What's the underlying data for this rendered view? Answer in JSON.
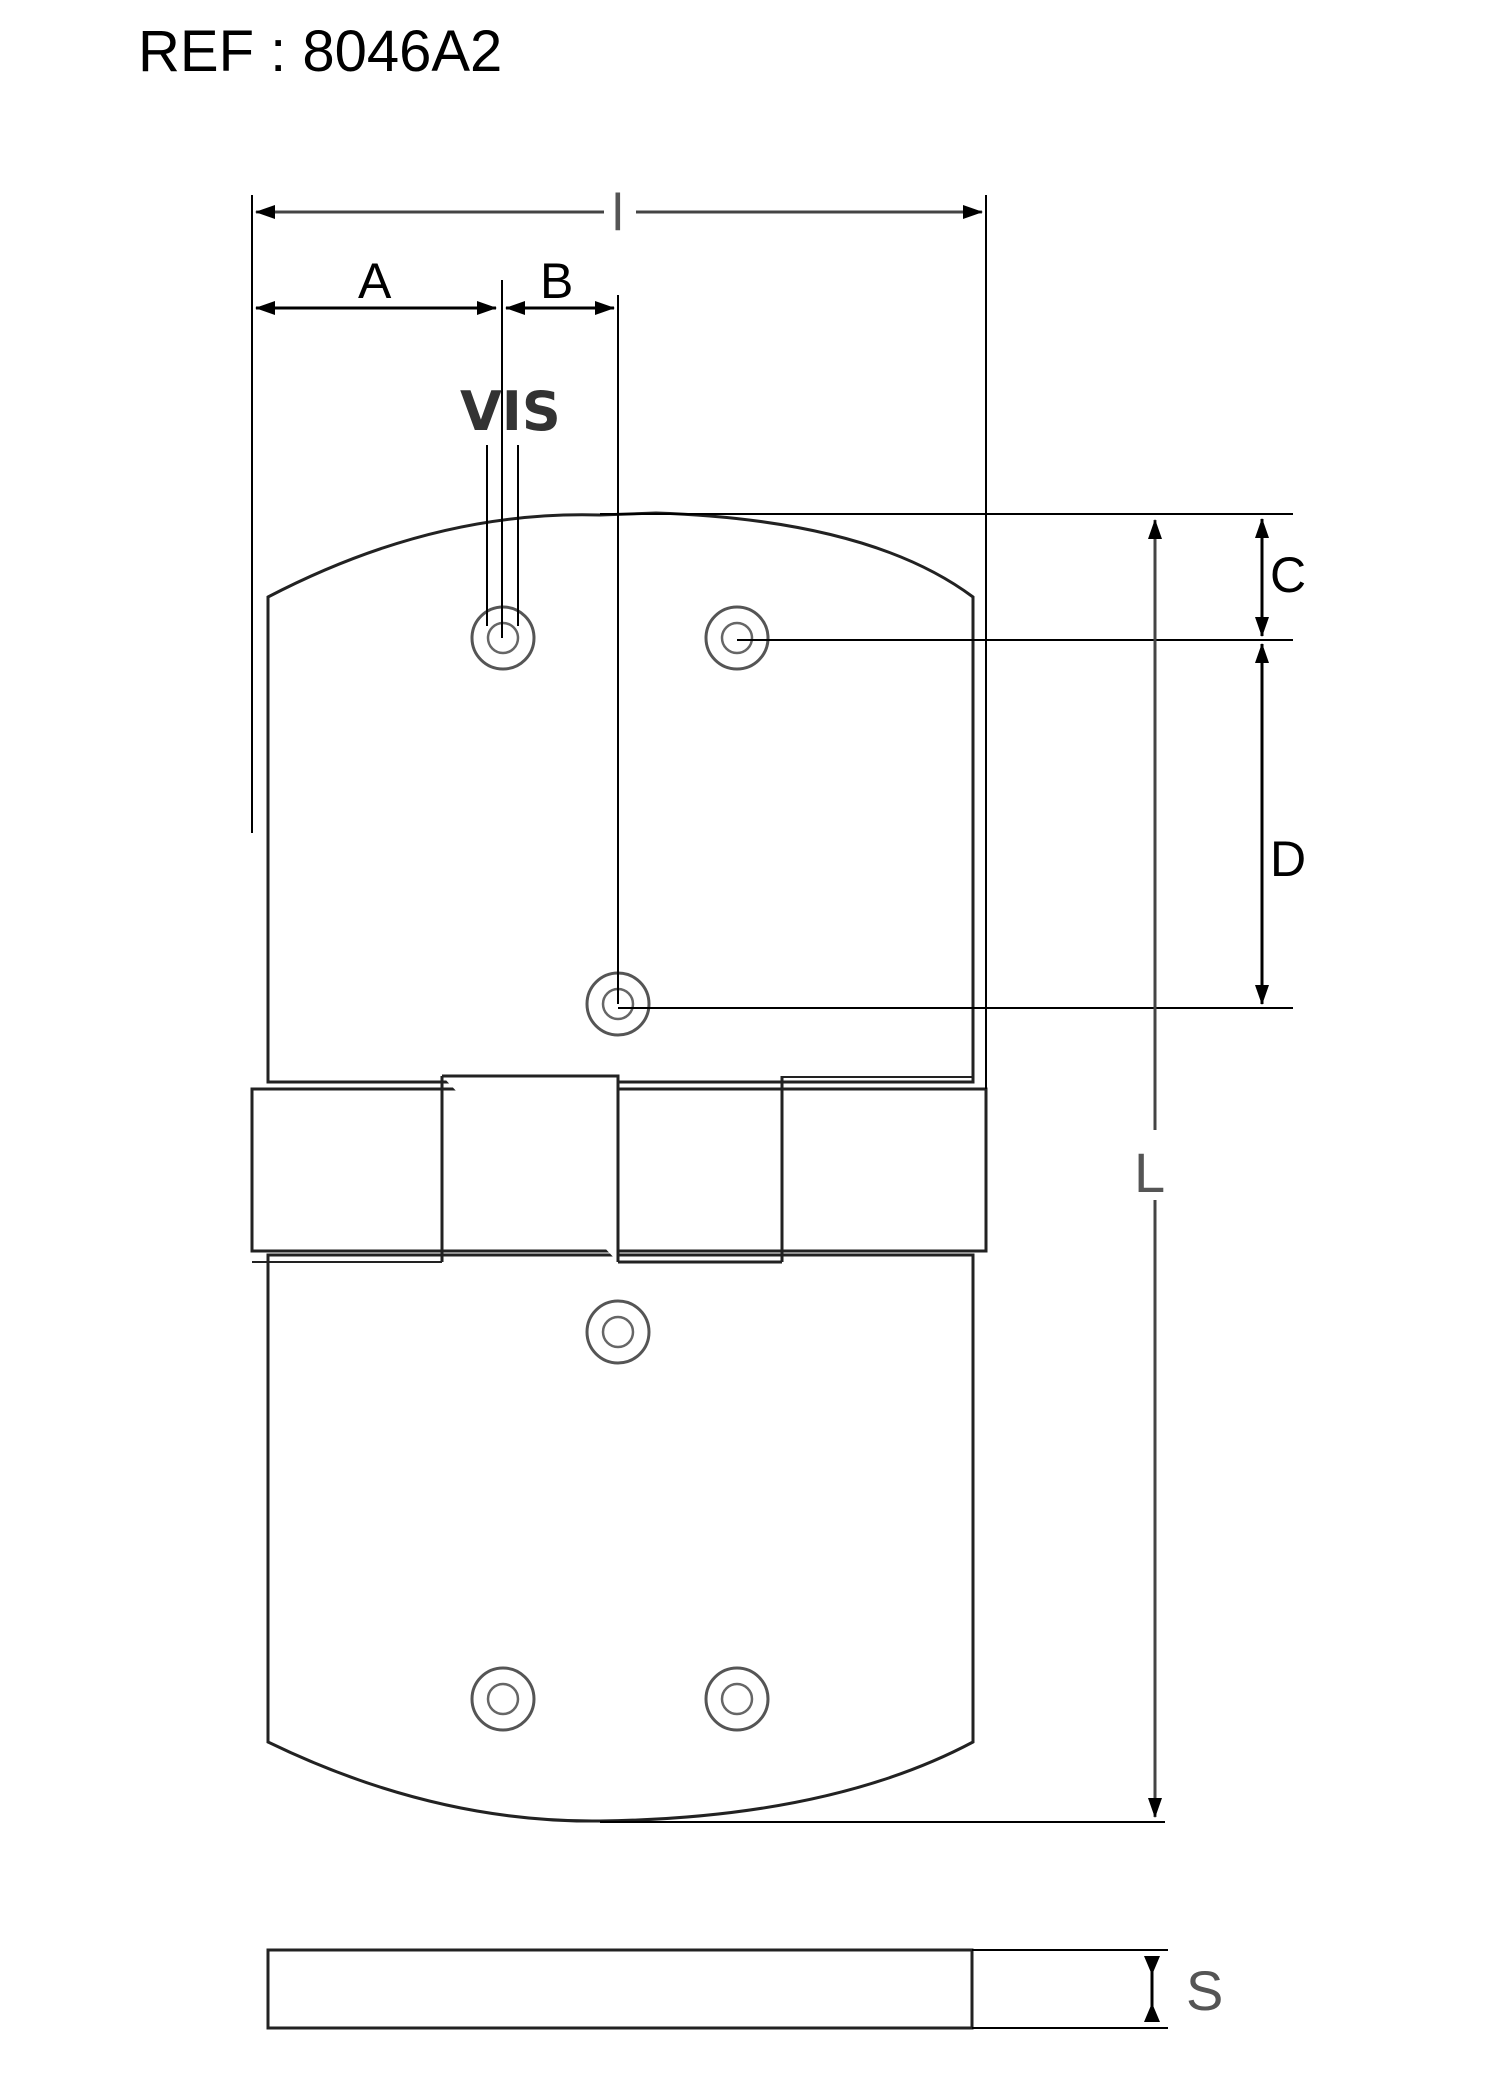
{
  "title": "REF : 8046A2",
  "dimensions": {
    "width": "l",
    "a": "A",
    "b": "B",
    "c": "C",
    "d": "D",
    "length": "L",
    "thickness": "S"
  },
  "screw_label": "VIS",
  "colors": {
    "line": "#000000",
    "background": "#ffffff"
  }
}
